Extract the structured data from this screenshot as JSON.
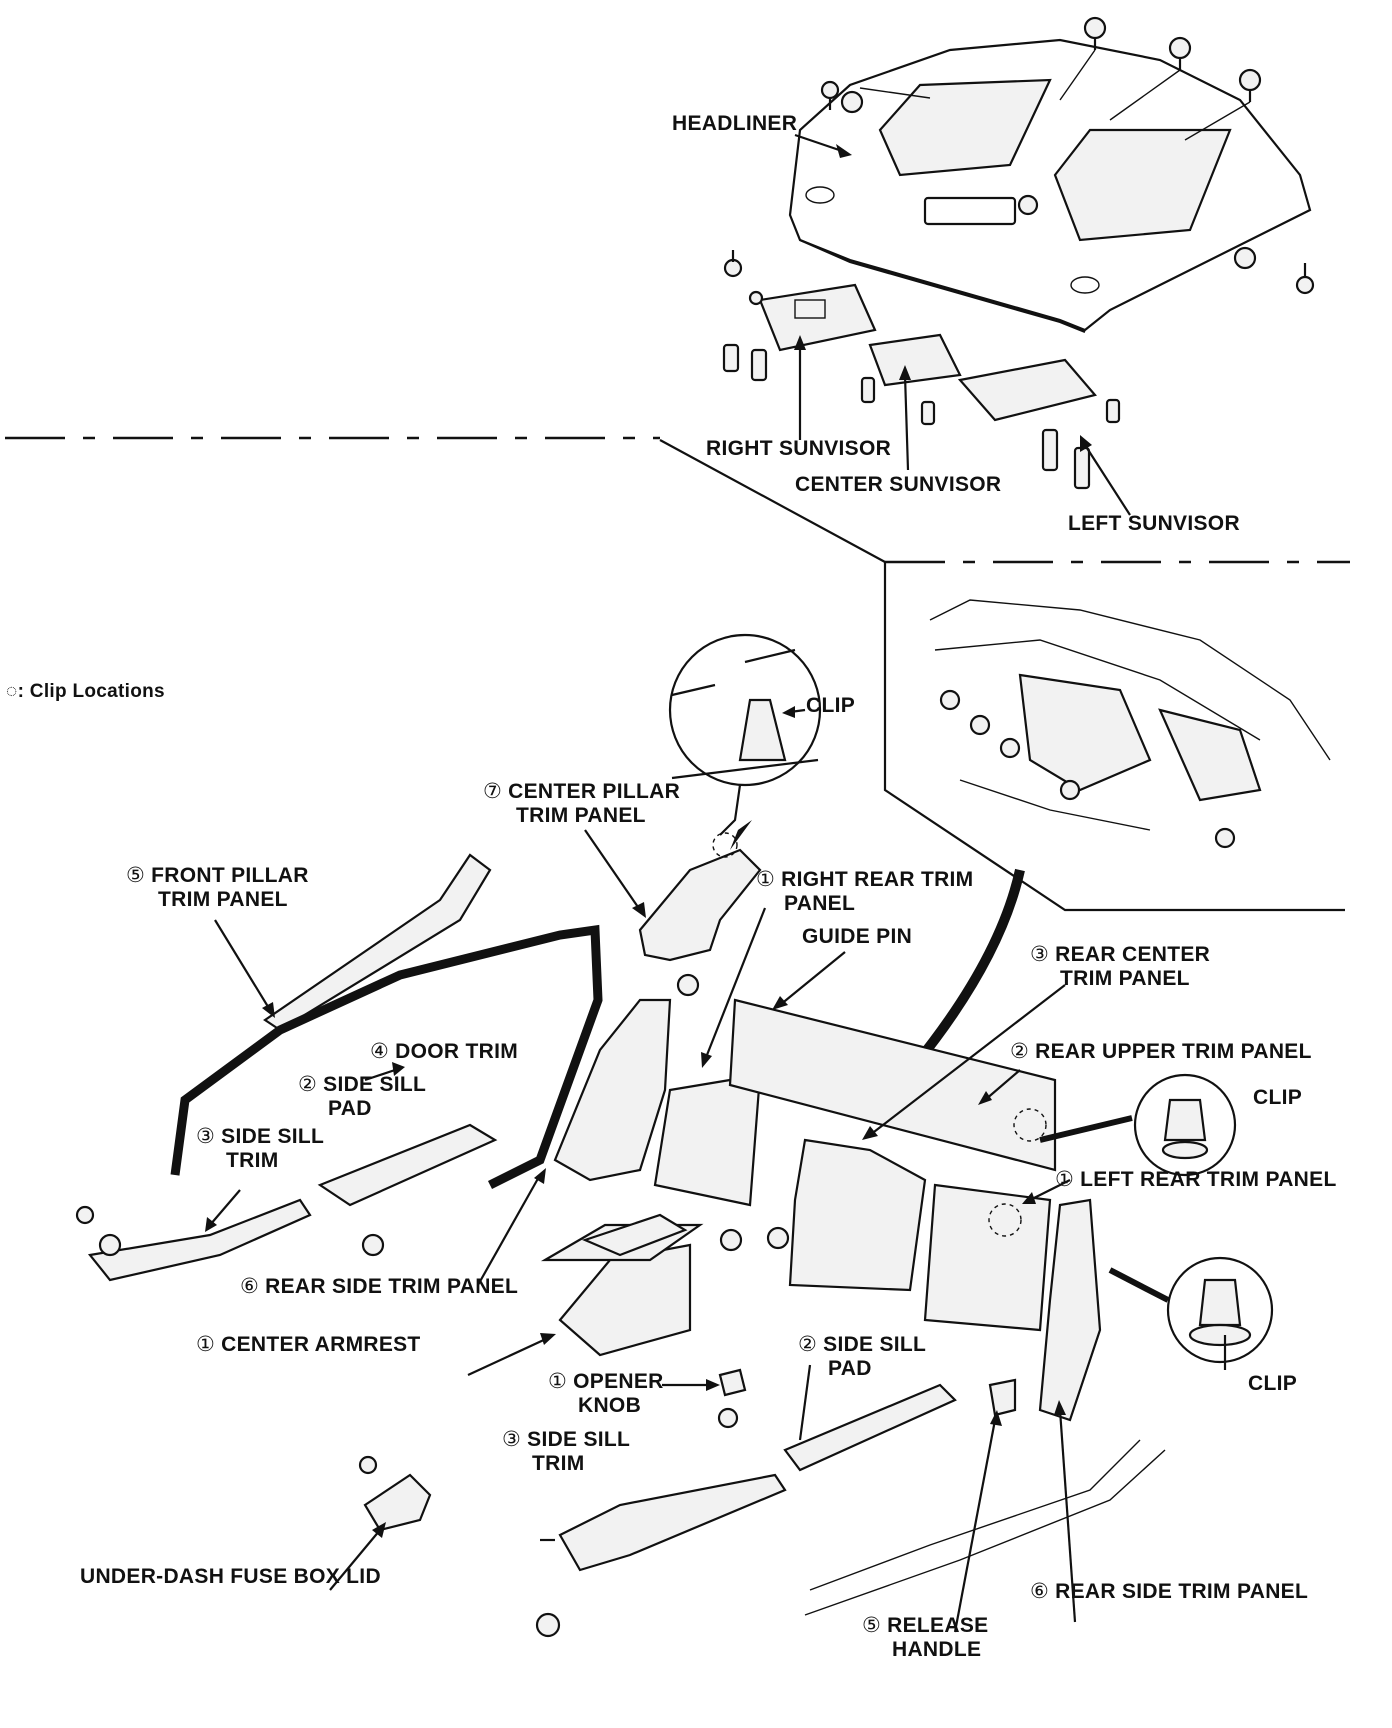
{
  "legend": {
    "symbol": "◌",
    "text": ": Clip Locations"
  },
  "labels": {
    "headliner": "HEADLINER",
    "right_sunvisor": "RIGHT SUNVISOR",
    "center_sunvisor": "CENTER SUNVISOR",
    "left_sunvisor": "LEFT SUNVISOR",
    "clip_top": "CLIP",
    "center_pillar_num": "⑦",
    "center_pillar_l1": "CENTER PILLAR",
    "center_pillar_l2": "TRIM PANEL",
    "front_pillar_num": "⑤",
    "front_pillar_l1": "FRONT PILLAR",
    "front_pillar_l2": "TRIM PANEL",
    "right_rear_num": "①",
    "right_rear_l1": "RIGHT REAR TRIM",
    "right_rear_l2": "PANEL",
    "guide_pin": "GUIDE PIN",
    "rear_center_num": "③",
    "rear_center_l1": "REAR CENTER",
    "rear_center_l2": "TRIM PANEL",
    "door_trim_num": "④",
    "door_trim": "DOOR TRIM",
    "rear_upper_num": "②",
    "rear_upper": "REAR UPPER TRIM PANEL",
    "side_sill_pad_top_num": "②",
    "side_sill_pad_top_l1": "SIDE SILL",
    "side_sill_pad_top_l2": "PAD",
    "clip_right_upper": "CLIP",
    "side_sill_trim_top_num": "③",
    "side_sill_trim_top_l1": "SIDE SILL",
    "side_sill_trim_top_l2": "TRIM",
    "left_rear_num": "①",
    "left_rear": "LEFT REAR TRIM PANEL",
    "rear_side_top_num": "⑥",
    "rear_side_top": "REAR SIDE TRIM PANEL",
    "center_armrest_num": "①",
    "center_armrest": "CENTER ARMREST",
    "side_sill_pad_bot_num": "②",
    "side_sill_pad_bot_l1": "SIDE SILL",
    "side_sill_pad_bot_l2": "PAD",
    "opener_num": "①",
    "opener_l1": "OPENER",
    "opener_l2": "KNOB",
    "clip_right_lower": "CLIP",
    "side_sill_trim_bot_num": "③",
    "side_sill_trim_bot_l1": "SIDE SILL",
    "side_sill_trim_bot_l2": "TRIM",
    "fuse_box": "UNDER-DASH FUSE BOX LID",
    "rear_side_bot_num": "⑥",
    "rear_side_bot": "REAR SIDE TRIM PANEL",
    "release_num": "⑤",
    "release_l1": "RELEASE",
    "release_l2": "HANDLE"
  }
}
